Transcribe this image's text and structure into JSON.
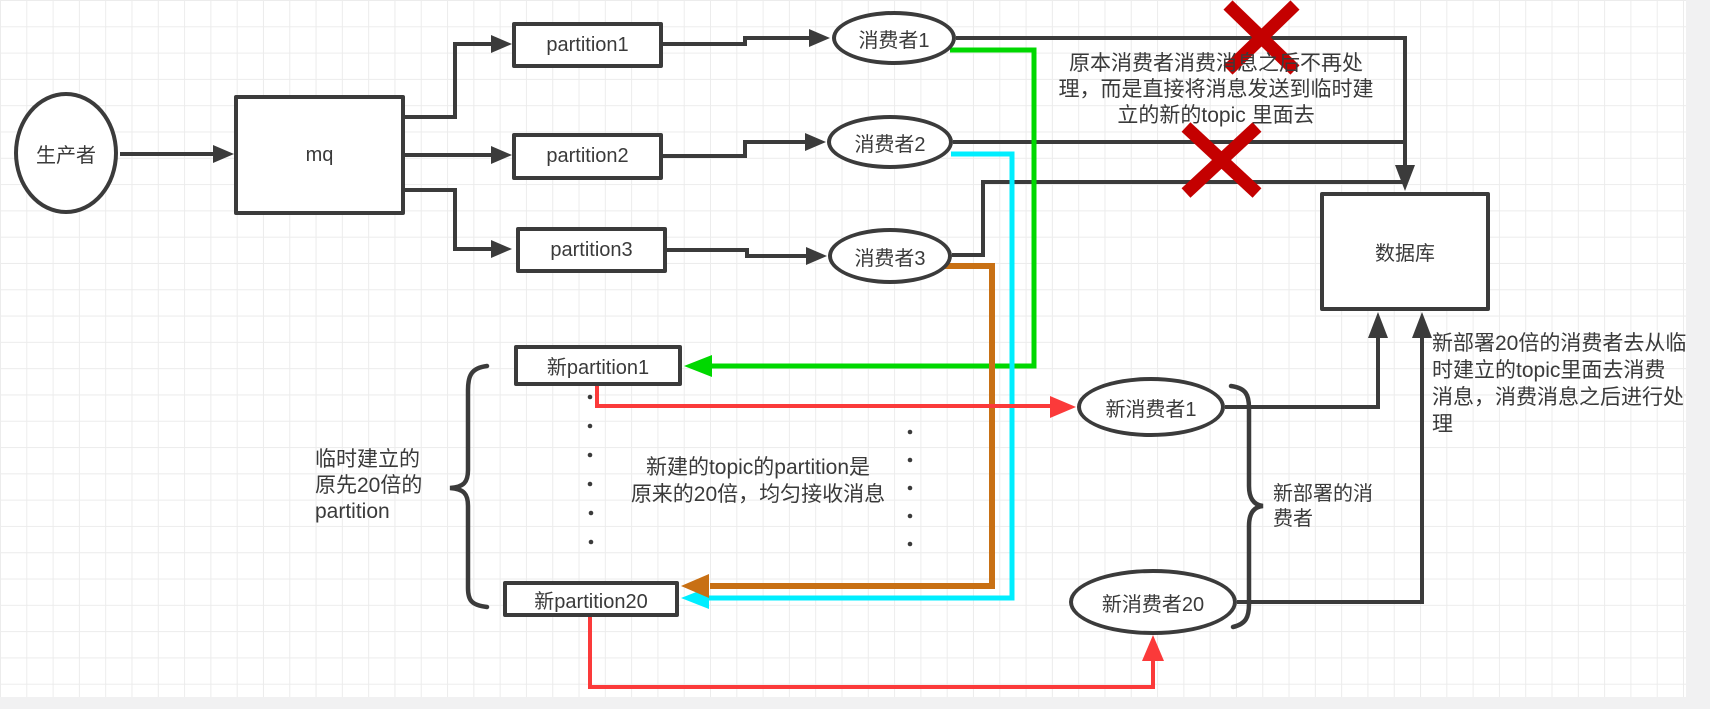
{
  "colors": {
    "black": "#3b3b3b",
    "green": "#00d800",
    "cyan": "#00eeff",
    "orange": "#c87014",
    "red": "#fb3a3a",
    "xred": "#c40000",
    "grid": "#ececec",
    "margin": "#f1f1f2"
  },
  "nodes": {
    "producer": "生产者",
    "mq": "mq",
    "partition1": "partition1",
    "partition2": "partition2",
    "partition3": "partition3",
    "consumer1": "消费者1",
    "consumer2": "消费者2",
    "consumer3": "消费者3",
    "new_partition1": "新partition1",
    "new_partition20": "新partition20",
    "new_consumer1": "新消费者1",
    "new_consumer20": "新消费者20",
    "database": "数据库"
  },
  "annotations": {
    "top": {
      "lines": [
        "原本消费者消费消息之后不再处",
        "理，而是直接将消息发送到临时建",
        "立的新的topic 里面去"
      ]
    },
    "middle": {
      "lines": [
        "新建的topic的partition是",
        "原来的20倍，均匀接收消息"
      ]
    },
    "left_brace_label": {
      "lines": [
        "临时建立的",
        "原先20倍的",
        "partition"
      ]
    },
    "right_brace_label": {
      "lines": [
        "新部署的消",
        "费者"
      ]
    },
    "right": {
      "lines": [
        "新部署20倍的消费者去从临",
        "时建立的topic里面去消费",
        "消息，消费消息之后进行处",
        "理"
      ]
    }
  }
}
